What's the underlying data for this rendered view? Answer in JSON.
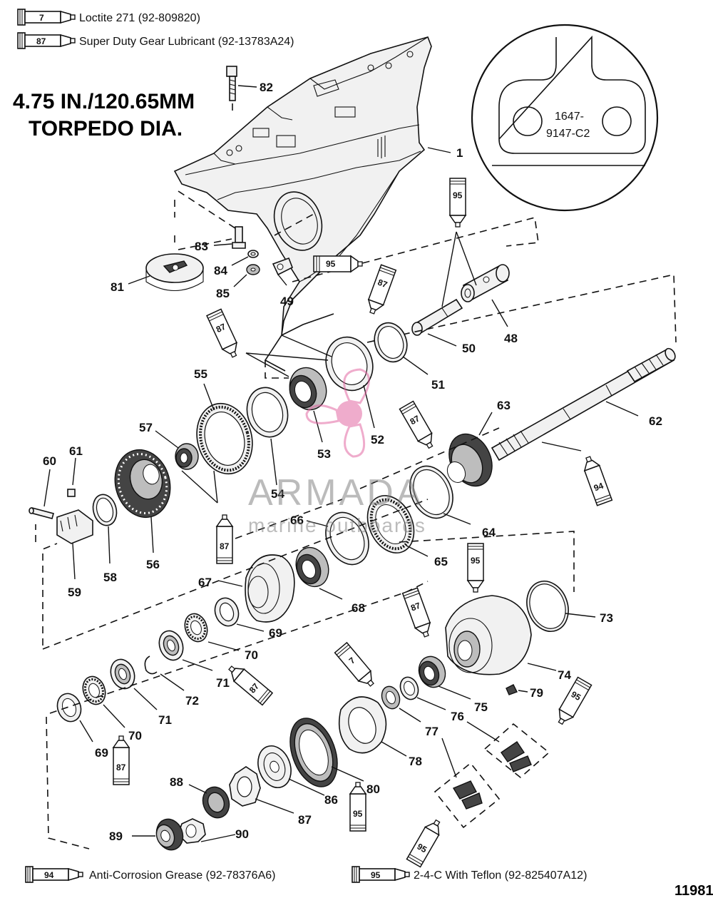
{
  "legend_top": [
    {
      "code": "7",
      "text": "Loctite 271 (92-809820)"
    },
    {
      "code": "87",
      "text": "Super Duty Gear Lubricant (92-13783A24)"
    }
  ],
  "legend_bottom": [
    {
      "code": "94",
      "text": "Anti-Corrosion Grease (92-78376A6)"
    },
    {
      "code": "95",
      "text": "2-4-C  With Teflon (92-825407A12)"
    }
  ],
  "title": {
    "line1": "4.75 IN./120.65MM",
    "line2": "TORPEDO DIA."
  },
  "detail_text": {
    "line1": "1647-",
    "line2": "9147-C2"
  },
  "watermark": {
    "brand": "ARMADA",
    "tagline": "marine outboards"
  },
  "figure_number": "11981",
  "part_labels": {
    "p1": "1",
    "p48": "48",
    "p49": "49",
    "p50": "50",
    "p51": "51",
    "p52": "52",
    "p53": "53",
    "p54": "54",
    "p55": "55",
    "p56": "56",
    "p57": "57",
    "p58": "58",
    "p59": "59",
    "p60": "60",
    "p61": "61",
    "p62": "62",
    "p63": "63",
    "p64": "64",
    "p65": "65",
    "p66": "66",
    "p67": "67",
    "p68": "68",
    "p69a": "69",
    "p69b": "69",
    "p70a": "70",
    "p70b": "70",
    "p71a": "71",
    "p71b": "71",
    "p72": "72",
    "p73": "73",
    "p74": "74",
    "p75": "75",
    "p76": "76",
    "p77": "77",
    "p78": "78",
    "p79": "79",
    "p80": "80",
    "p81": "81",
    "p82": "82",
    "p83": "83",
    "p84": "84",
    "p85": "85",
    "p86": "86",
    "p87": "87",
    "p88": "88",
    "p89": "89",
    "p90": "90"
  },
  "tube_labels": {
    "t95a": "95",
    "t95b": "95",
    "t87a": "87",
    "t87b": "87",
    "t87c": "87",
    "t94a": "94",
    "t87d": "87",
    "t95c": "95",
    "t87e": "87",
    "t7a": "7",
    "t87f": "87",
    "t87g": "87",
    "t95d": "95",
    "t95e": "95",
    "t95f": "95"
  }
}
